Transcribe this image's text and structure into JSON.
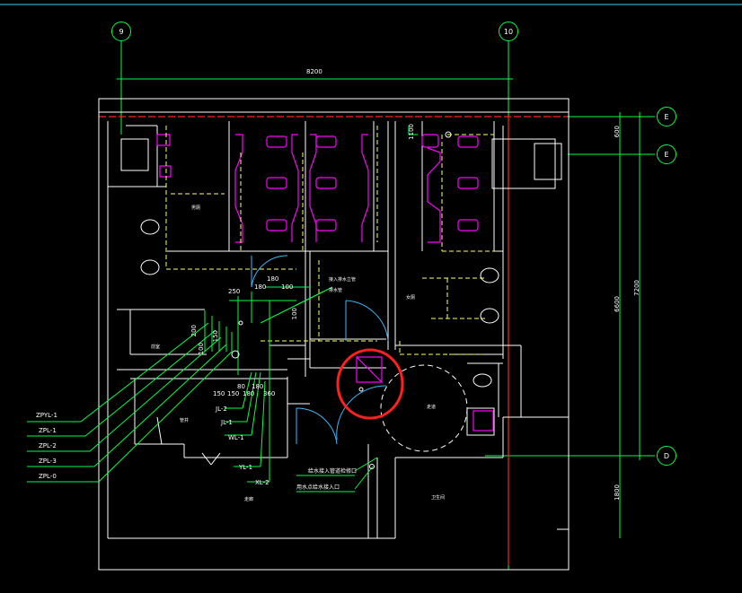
{
  "axes": {
    "col_9": "9",
    "col_10": "10",
    "row_E1": "E",
    "row_E2": "E",
    "row_D": "D"
  },
  "dimensions": {
    "top_span": "8200",
    "right_600": "600",
    "right_6600": "6600",
    "right_7200": "7200",
    "right_1800": "1800",
    "pipe_250": "250",
    "pipe_180a": "180",
    "pipe_180b": "180",
    "pipe_100a": "100",
    "pipe_100b": "100",
    "pipe_100c": "100",
    "pipe_200": "200",
    "pipe_150v": "150",
    "pipe_80": "80",
    "pipe_180c": "180",
    "bottom_150a": "150",
    "bottom_150b": "150",
    "bottom_180": "180",
    "bottom_360": "360",
    "pipe_1100": "1100"
  },
  "pipe_tags_left": [
    "ZPYL-1",
    "ZPL-1",
    "ZPL-2",
    "ZPL-3",
    "ZPL-0"
  ],
  "pipe_tags_center": {
    "jl2": "JL-2",
    "jl1": "JL-1",
    "wl1": "WL-1",
    "yl1": "YL-1",
    "xl2": "XL-2"
  },
  "room_labels": {
    "r1": "男厕",
    "r2": "女厕",
    "r3": "前室",
    "r4": "管井",
    "r5": "走道",
    "r6": "走廊",
    "r7": "卫生间"
  },
  "notes": {
    "n1": "接入排水立管",
    "n2": "排水管",
    "n3": "给水接入管道检修口",
    "n4": "用水点给水接入口"
  },
  "colors": {
    "green": "#00ff44",
    "white": "#ffffff",
    "magenta": "#ff00ff",
    "yellow": "#ffff66",
    "red": "#ff2020",
    "cyan": "#44ffff",
    "blue": "#3db8ff"
  }
}
